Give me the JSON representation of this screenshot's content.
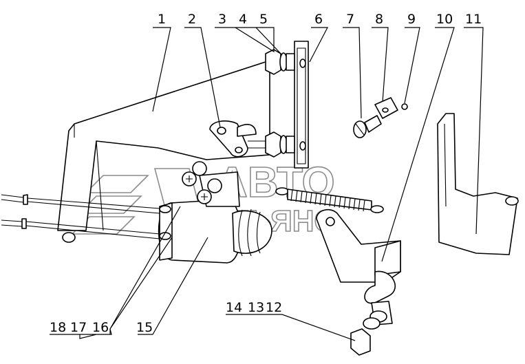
{
  "labels_top": [
    "1",
    "2",
    "3",
    "4",
    "5",
    "6",
    "7",
    "8",
    "9",
    "10",
    "11"
  ],
  "labels_bottom": [
    "18",
    "17",
    "16",
    "15",
    "14",
    "13",
    "12"
  ],
  "watermark": {
    "line1": "АВТО",
    "line2": "АЛЬЯНС"
  }
}
